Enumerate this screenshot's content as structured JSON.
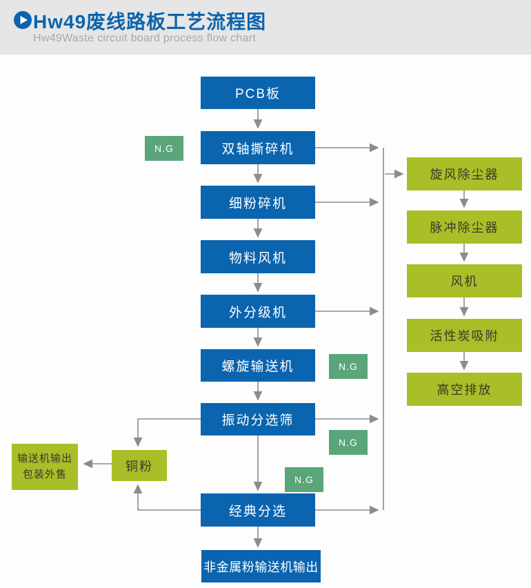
{
  "header": {
    "title": "Hw49废线路板工艺流程图",
    "subtitle": "Hw49Waste circuit board process flow chart",
    "icon": "play-icon"
  },
  "colors": {
    "primary_blue": "#0a64ae",
    "olive_green": "#a9be27",
    "ng_green": "#5aa57a",
    "arrow_gray": "#8c8c8c",
    "header_bg": "#e6e6e6",
    "title_blue": "#0c64ae",
    "subtitle_gray": "#a8a8a8"
  },
  "flow": {
    "main_steps": [
      "PCB板",
      "双轴撕碎机",
      "细粉碎机",
      "物料风机",
      "外分级机",
      "螺旋输送机",
      "振动分选筛",
      "经典分选",
      "非金属粉输送机输出"
    ],
    "dust_steps": [
      "旋风除尘器",
      "脉冲除尘器",
      "风机",
      "活性炭吸附",
      "高空排放"
    ],
    "ng_label": "N.G",
    "copper_label": "铜粉",
    "sale_output": {
      "line1": "输送机输出",
      "line2": "包装外售"
    },
    "edges": [
      [
        "PCB板",
        "双轴撕碎机"
      ],
      [
        "双轴撕碎机",
        "细粉碎机"
      ],
      [
        "细粉碎机",
        "物料风机"
      ],
      [
        "物料风机",
        "外分级机"
      ],
      [
        "外分级机",
        "螺旋输送机"
      ],
      [
        "螺旋输送机",
        "振动分选筛"
      ],
      [
        "振动分选筛",
        "经典分选"
      ],
      [
        "经典分选",
        "非金属粉输送机输出"
      ],
      [
        "双轴撕碎机",
        "旋风除尘器"
      ],
      [
        "细粉碎机",
        "旋风除尘器"
      ],
      [
        "外分级机",
        "旋风除尘器"
      ],
      [
        "振动分选筛",
        "旋风除尘器"
      ],
      [
        "经典分选",
        "旋风除尘器"
      ],
      [
        "旋风除尘器",
        "脉冲除尘器"
      ],
      [
        "脉冲除尘器",
        "风机"
      ],
      [
        "风机",
        "活性炭吸附"
      ],
      [
        "活性炭吸附",
        "高空排放"
      ],
      [
        "振动分选筛",
        "铜粉"
      ],
      [
        "经典分选",
        "铜粉"
      ],
      [
        "铜粉",
        "输送机输出包装外售"
      ]
    ]
  }
}
